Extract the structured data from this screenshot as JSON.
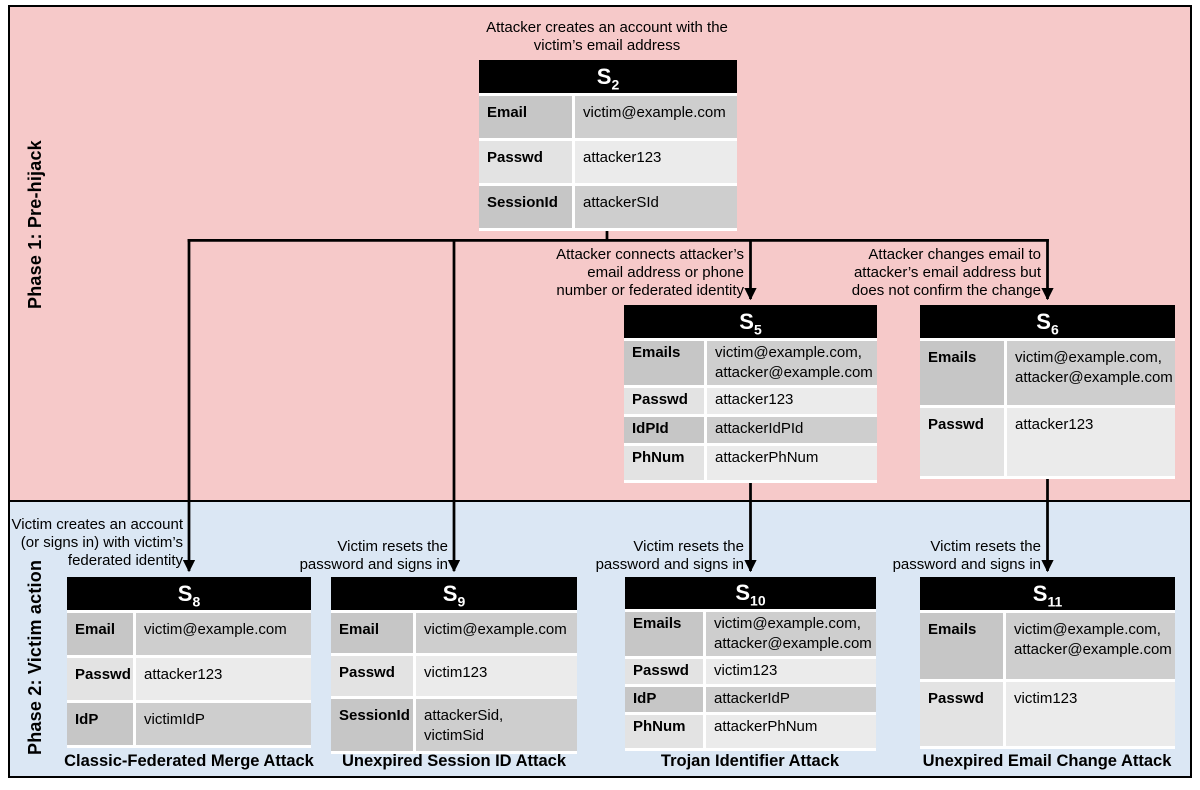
{
  "phase1": {
    "label": "Phase 1: Pre-hijack"
  },
  "phase2": {
    "label": "Phase 2: Victim action"
  },
  "colors": {
    "phase1_bg": "#f6c9c9",
    "phase2_bg": "#dbe7f4",
    "table_header_bg": "#000000",
    "table_header_text": "#ffffff",
    "row_dark_key": "#c6c6c6",
    "row_dark_value": "#cecece",
    "row_light_key": "#e3e3e3",
    "row_light_value": "#ebebeb",
    "line_color": "#000000"
  },
  "tables": {
    "s2": {
      "caption": "Attacker creates an account with the\nvictim’s email address",
      "header": {
        "base": "S",
        "sub": "2"
      },
      "rows": [
        {
          "key": "Email",
          "value": "victim@example.com"
        },
        {
          "key": "Passwd",
          "value": "attacker123"
        },
        {
          "key": "SessionId",
          "value": "attackerSId"
        }
      ]
    },
    "s5": {
      "caption": "Attacker connects attacker’s\nemail address or phone\nnumber or federated identity",
      "header": {
        "base": "S",
        "sub": "5"
      },
      "rows": [
        {
          "key": "Emails",
          "value": "victim@example.com,\nattacker@example.com"
        },
        {
          "key": "Passwd",
          "value": "attacker123"
        },
        {
          "key": "IdPId",
          "value": "attackerIdPId"
        },
        {
          "key": "PhNum",
          "value": "attackerPhNum"
        }
      ]
    },
    "s6": {
      "caption": "Attacker changes email to\nattacker’s email address but\ndoes not confirm the change",
      "header": {
        "base": "S",
        "sub": "6"
      },
      "rows": [
        {
          "key": "Emails",
          "value": "victim@example.com,\nattacker@example.com"
        },
        {
          "key": "Passwd",
          "value": "attacker123"
        }
      ]
    },
    "s8": {
      "caption": "Victim creates an account\n(or signs in) with victim’s\nfederated identity",
      "header": {
        "base": "S",
        "sub": "8"
      },
      "rows": [
        {
          "key": "Email",
          "value": "victim@example.com"
        },
        {
          "key": "Passwd",
          "value": "attacker123"
        },
        {
          "key": "IdP",
          "value": "victimIdP"
        }
      ],
      "attack_label": "Classic-Federated Merge Attack"
    },
    "s9": {
      "caption": "Victim resets the\npassword and signs in",
      "header": {
        "base": "S",
        "sub": "9"
      },
      "rows": [
        {
          "key": "Email",
          "value": "victim@example.com"
        },
        {
          "key": "Passwd",
          "value": "victim123"
        },
        {
          "key": "SessionId",
          "value": "attackerSid,\nvictimSid"
        }
      ],
      "attack_label": "Unexpired Session ID Attack"
    },
    "s10": {
      "caption": "Victim resets the\npassword and signs in",
      "header": {
        "base": "S",
        "sub": "10"
      },
      "rows": [
        {
          "key": "Emails",
          "value": "victim@example.com,\nattacker@example.com"
        },
        {
          "key": "Passwd",
          "value": "victim123"
        },
        {
          "key": "IdP",
          "value": "attackerIdP"
        },
        {
          "key": "PhNum",
          "value": "attackerPhNum"
        }
      ],
      "attack_label": "Trojan Identifier Attack"
    },
    "s11": {
      "caption": "Victim resets the\npassword and signs in",
      "header": {
        "base": "S",
        "sub": "11"
      },
      "rows": [
        {
          "key": "Emails",
          "value": "victim@example.com,\nattacker@example.com"
        },
        {
          "key": "Passwd",
          "value": "victim123"
        }
      ],
      "attack_label": "Unexpired Email Change Attack"
    }
  }
}
